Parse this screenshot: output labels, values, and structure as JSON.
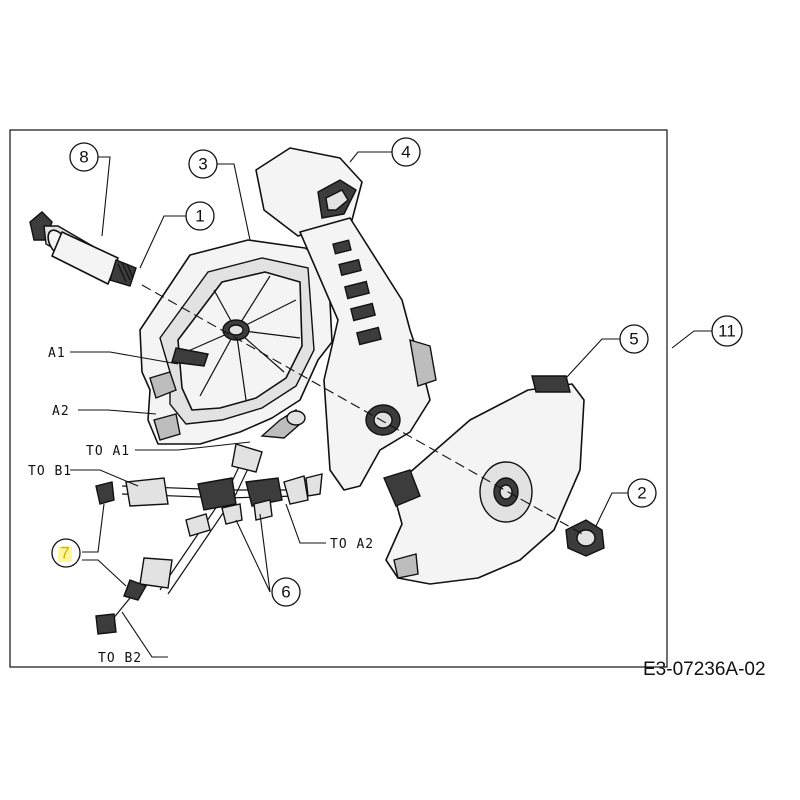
{
  "diagram": {
    "drawing_code": "E3-07236A-02",
    "callouts": {
      "c1": "1",
      "c2": "2",
      "c3": "3",
      "c4": "4",
      "c5": "5",
      "c6": "6",
      "c7": "7",
      "c8": "8",
      "c11": "11"
    },
    "labels": {
      "a1": "A1",
      "a2": "A2",
      "to_a1": "TO A1",
      "to_b1": "TO B1",
      "to_a2": "TO A2",
      "to_b2": "TO B2"
    },
    "highlight_color": "#fff7a0"
  }
}
